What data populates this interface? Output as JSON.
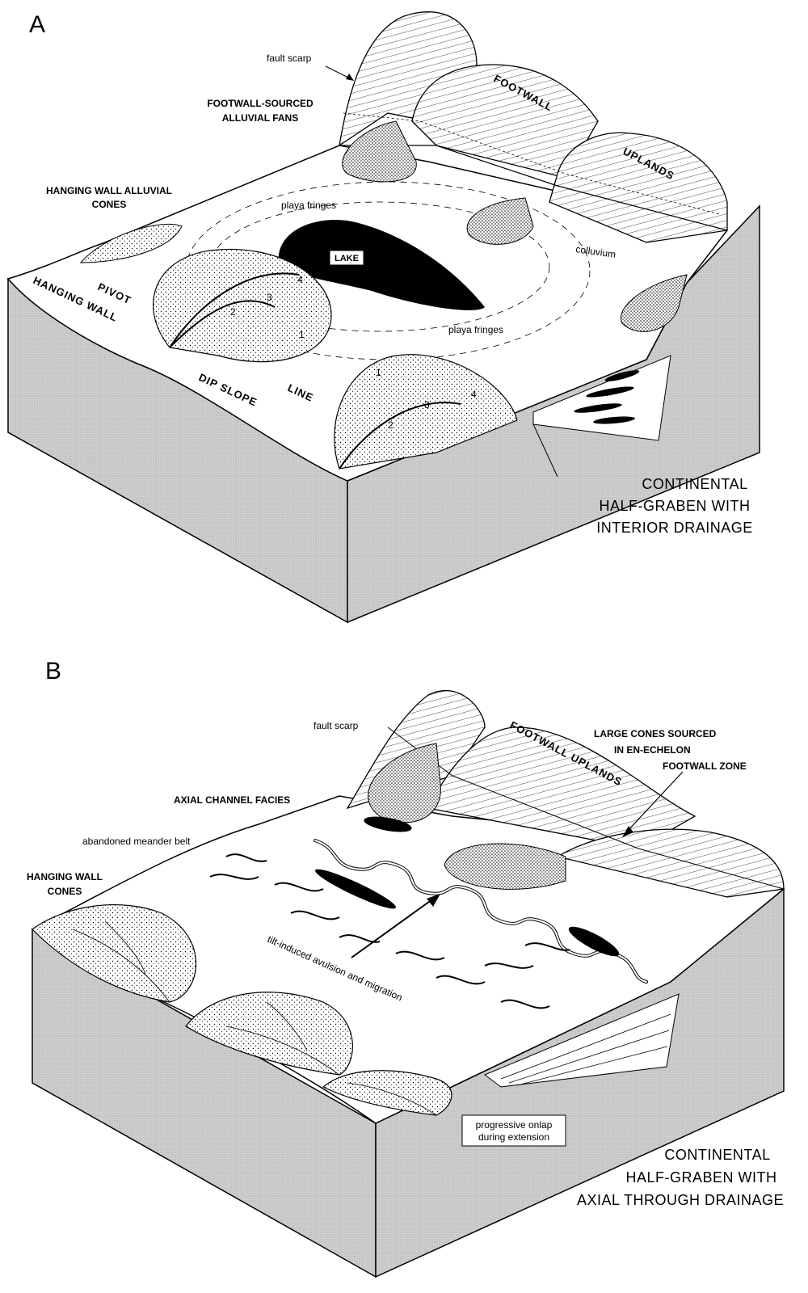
{
  "panel_a": {
    "letter": "A",
    "labels": {
      "fault_scarp": "fault scarp",
      "footwall_sourced_1": "FOOTWALL-SOURCED",
      "footwall_sourced_2": "ALLUVIAL FANS",
      "hanging_wall_cones_1": "HANGING WALL ALLUVIAL",
      "hanging_wall_cones_2": "CONES",
      "footwall": "FOOTWALL",
      "uplands": "UPLANDS",
      "playa_fringes_top": "playa fringes",
      "playa_fringes_right": "playa fringes",
      "lake": "LAKE",
      "colluvium": "colluvium",
      "pivot": "PIVOT",
      "hanging_wall": "HANGING WALL",
      "dip_slope": "DIP SLOPE",
      "line": "LINE",
      "fan_numbers": [
        "1",
        "2",
        "3",
        "4"
      ],
      "caption": [
        "CONTINENTAL",
        "HALF-GRABEN WITH",
        "INTERIOR DRAINAGE"
      ]
    }
  },
  "panel_b": {
    "letter": "B",
    "labels": {
      "fault_scarp": "fault scarp",
      "footwall_uplands": "FOOTWALL UPLANDS",
      "large_cones": [
        "LARGE CONES SOURCED",
        "IN EN-ECHELON",
        "FOOTWALL ZONE"
      ],
      "axial_channel": "AXIAL CHANNEL FACIES",
      "abandoned_meander": "abandoned meander belt",
      "hanging_wall_cones": [
        "HANGING WALL",
        "CONES"
      ],
      "tilt_induced": "tilt-induced avulsion and migration",
      "onlap": [
        "progressive onlap",
        "during extension"
      ],
      "caption": [
        "CONTINENTAL",
        "HALF-GRABEN WITH",
        "AXIAL THROUGH DRAINAGE"
      ]
    }
  }
}
